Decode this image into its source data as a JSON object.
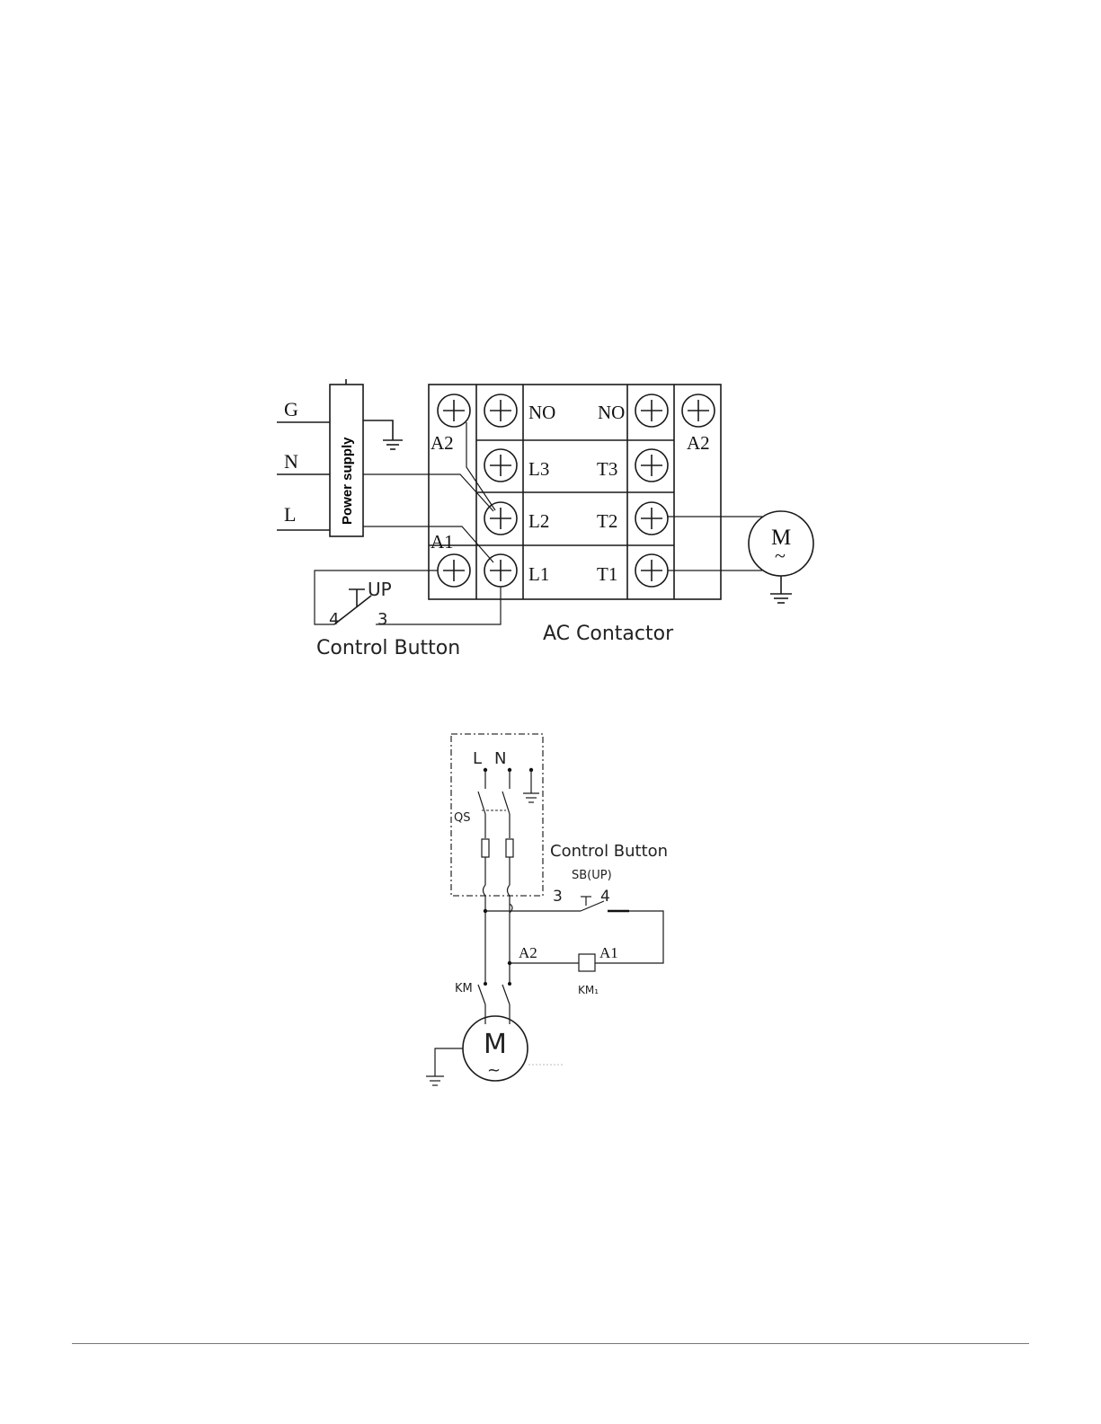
{
  "diagram1": {
    "inputs": {
      "g": "G",
      "n": "N",
      "l": "L"
    },
    "power_supply": "Power supply",
    "contactor": {
      "a2_left": "A2",
      "a2_right": "A2",
      "a1": "A1",
      "no_left": "NO",
      "no_right": "NO",
      "l3": "L3",
      "t3": "T3",
      "l2": "L2",
      "t2": "T2",
      "l1": "L1",
      "t1": "T1"
    },
    "motor": {
      "letter": "M",
      "symbol": "~"
    },
    "button": {
      "up": "UP",
      "pin4": "4",
      "pin3": "3"
    },
    "captions": {
      "control_button": "Control Button",
      "ac_contactor": "AC Contactor"
    }
  },
  "diagram2": {
    "supply": {
      "l": "L",
      "n": "N"
    },
    "qs": "QS",
    "control_button": "Control Button",
    "sb": "SB(UP)",
    "pin3": "3",
    "pin4": "4",
    "a2": "A2",
    "a1": "A1",
    "km_contact": "KM",
    "km_coil": "KM₁",
    "motor": {
      "letter": "M",
      "symbol": "~"
    }
  }
}
